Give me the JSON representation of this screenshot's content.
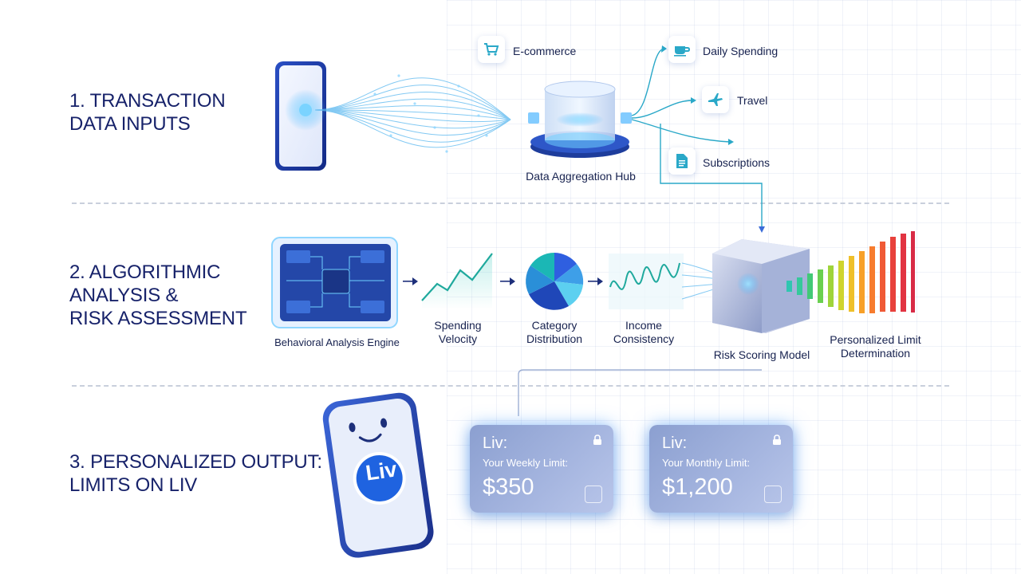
{
  "sections": {
    "s1": "1. TRANSACTION\nDATA INPUTS",
    "s2": "2. ALGORITHMIC\nANALYSIS &\nRISK ASSESSMENT",
    "s3": "3. PERSONALIZED OUTPUT:\n LIMITS ON LIV"
  },
  "inputs": {
    "ecommerce": "E-commerce",
    "hub": "Data Aggregation Hub",
    "daily": "Daily Spending",
    "travel": "Travel",
    "subscriptions": "Subscriptions"
  },
  "analysis": {
    "engine": "Behavioral Analysis Engine",
    "velocity": "Spending\nVelocity",
    "category": "Category\nDistribution",
    "income": "Income\nConsistency",
    "risk": "Risk Scoring Model",
    "limit": "Personalized Limit\nDetermination"
  },
  "output": {
    "app_logo": "Liv",
    "cards": [
      {
        "brand": "Liv:",
        "caption": "Your Weekly Limit:",
        "amount": "$350"
      },
      {
        "brand": "Liv:",
        "caption": "Your Monthly Limit:",
        "amount": "$1,200"
      }
    ]
  },
  "colors": {
    "navy": "#17226a",
    "accent_blue": "#2f6fe0",
    "teal": "#26b8b0",
    "glow": "#4fb7ff"
  }
}
